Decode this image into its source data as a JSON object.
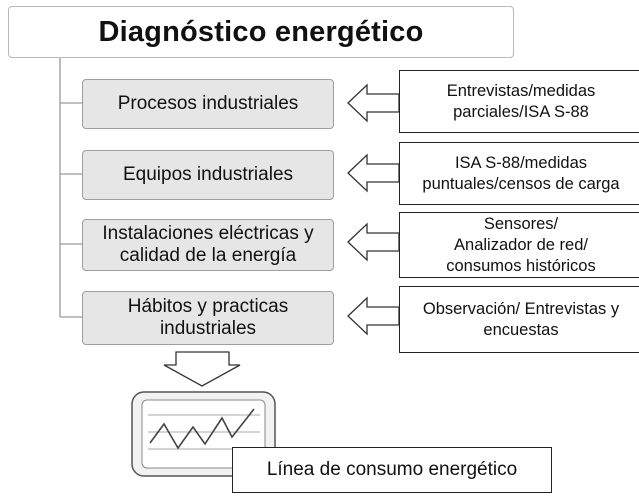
{
  "title": "Diagnóstico energético",
  "categories": [
    {
      "label": "Procesos industriales",
      "source": "Entrevistas/medidas\nparciales/ISA S-88"
    },
    {
      "label": "Equipos industriales",
      "source": "ISA S-88/medidas\npuntuales/censos de carga"
    },
    {
      "label": "Instalaciones eléctricas y calidad de la energía",
      "source": "Sensores/\nAnalizador de red/\nconsumos históricos"
    },
    {
      "label": "Hábitos y practicas industriales",
      "source": "Observación/ Entrevistas y\nencuestas"
    }
  ],
  "result": "Línea de consumo energético",
  "icons": {
    "left_arrow": "left-block-arrow-icon",
    "down_arrow": "down-block-arrow-icon",
    "chart": "line-chart-icon"
  }
}
